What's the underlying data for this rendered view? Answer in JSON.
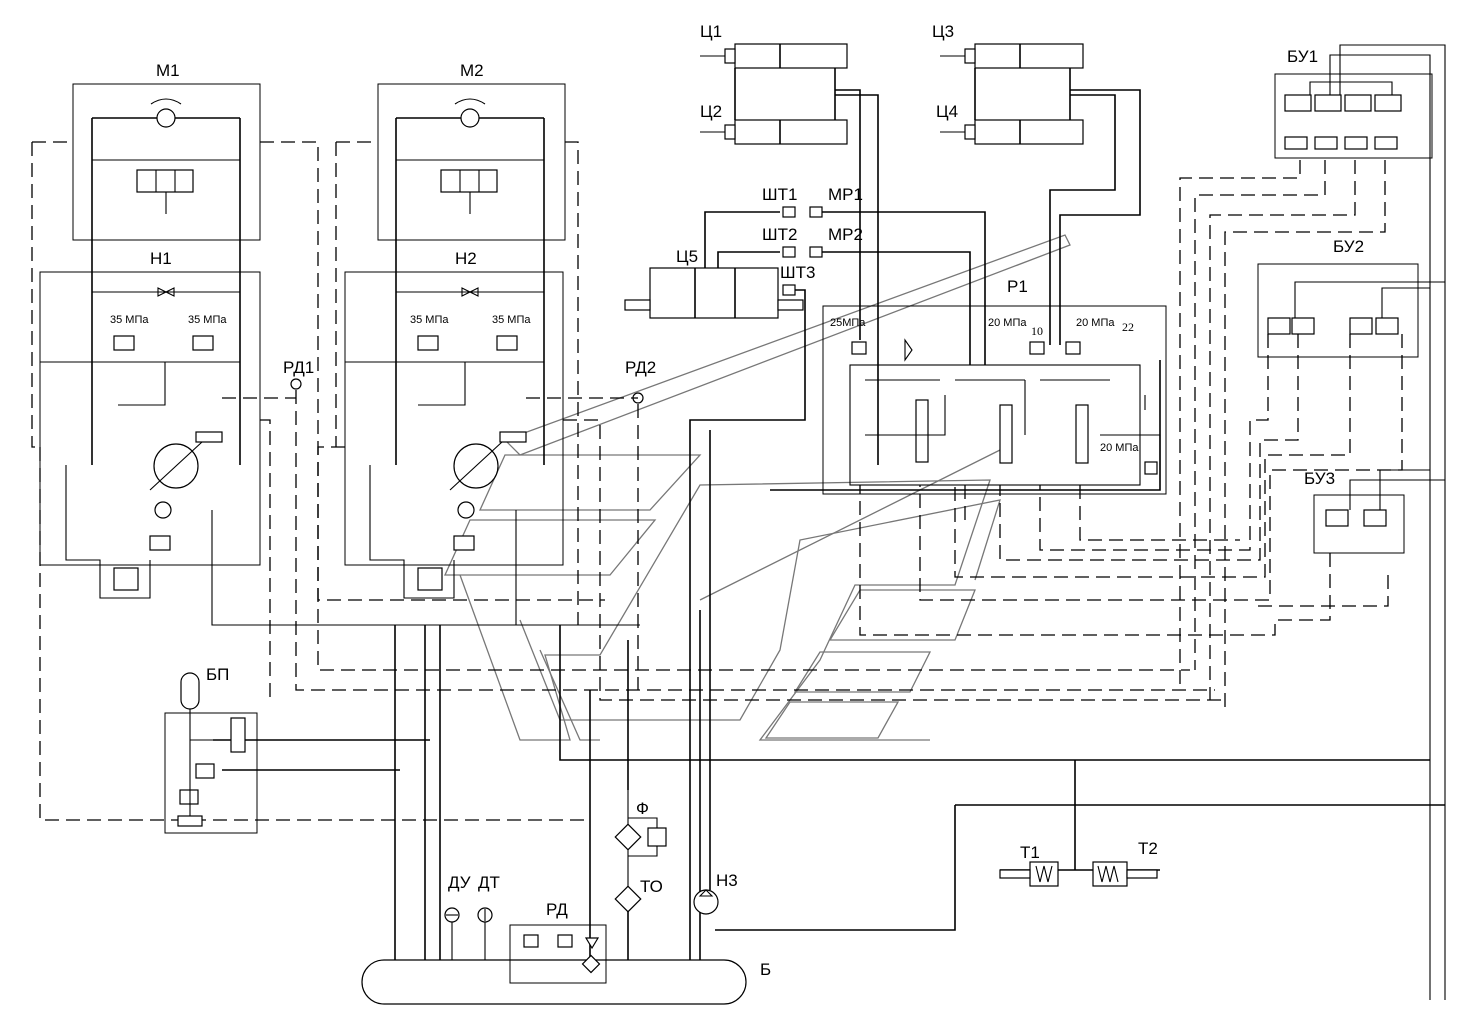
{
  "labels": {
    "m1": "М1",
    "m2": "М2",
    "n1": "Н1",
    "n2": "Н2",
    "rd1": "РД1",
    "rd2": "РД2",
    "c1": "Ц1",
    "c2": "Ц2",
    "c3": "Ц3",
    "c4": "Ц4",
    "c5": "Ц5",
    "sht1": "ШТ1",
    "sht2": "ШТ2",
    "sht3": "ШТ3",
    "mr1": "МР1",
    "mr2": "МР2",
    "p1": "Р1",
    "bu1": "БУ1",
    "bu2": "БУ2",
    "bu3": "БУ3",
    "bp": "БП",
    "f": "Ф",
    "to": "ТО",
    "n3": "Н3",
    "du": "ДУ",
    "dt": "ДТ",
    "rd": "РД",
    "b": "Б",
    "t1": "Т1",
    "t2": "Т2"
  },
  "pressures": {
    "h1_left": "35 МПа",
    "h1_right": "35 МПа",
    "h2_left": "35 МПа",
    "h2_right": "35 МПа",
    "p1_a": "25МПа",
    "p1_b": "20 МПа",
    "p1_c": "20 МПа",
    "p1_d": "20 МПа",
    "mark10": "10",
    "mark22": "22"
  }
}
